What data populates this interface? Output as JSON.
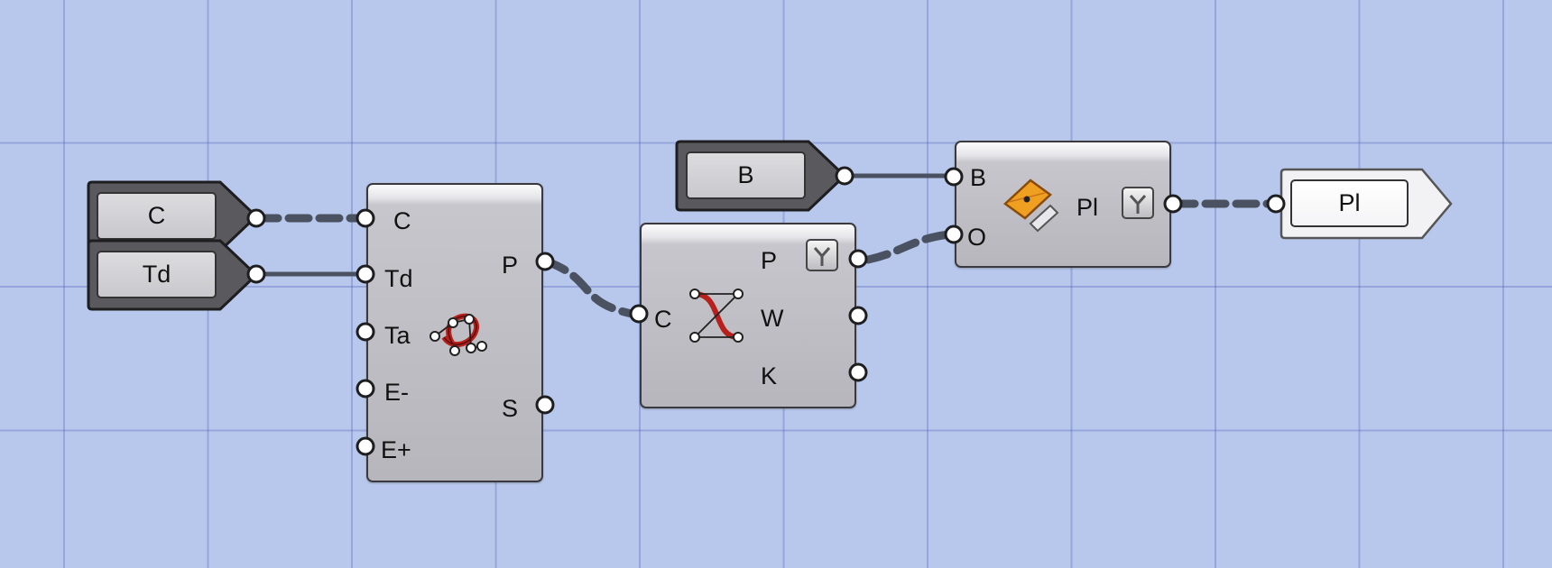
{
  "params": {
    "c_label": "C",
    "td_label": "Td",
    "b_label": "B",
    "pl_label": "Pl"
  },
  "curve_points": {
    "inputs": [
      "C",
      "Td",
      "Ta",
      "E-",
      "E+"
    ],
    "outputs": [
      "P",
      "S"
    ],
    "icon": "curve-control-points-icon"
  },
  "nurbs": {
    "inputs": [
      "C"
    ],
    "outputs": [
      "P",
      "W",
      "K"
    ],
    "icon": "nurbs-control-polygon-icon"
  },
  "plane": {
    "inputs": [
      "B",
      "O"
    ],
    "outputs": [
      "Pl"
    ],
    "icon": "plane-origin-icon"
  },
  "colors": {
    "canvas": "#b8c8ec",
    "wire": "#4a5262",
    "component_border": "#3a3a3e",
    "icon_red": "#b8201c",
    "icon_orange": "#f0a020"
  }
}
